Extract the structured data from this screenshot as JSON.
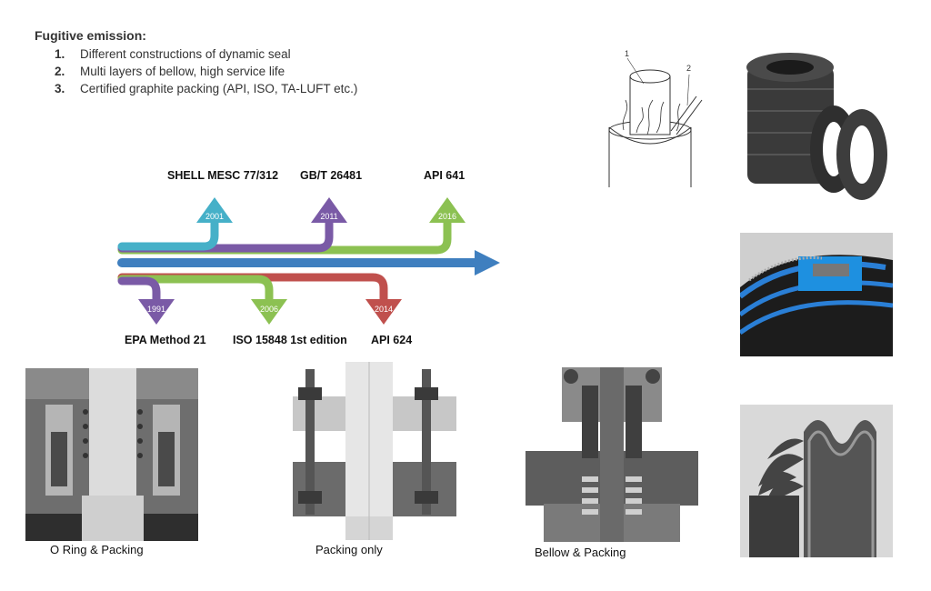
{
  "title": "Fugitive emission:",
  "points": [
    {
      "num": "1.",
      "text": "Different constructions of dynamic seal"
    },
    {
      "num": "2.",
      "text": "Multi layers of bellow, high service life"
    },
    {
      "num": "3.",
      "text": "Certified graphite packing (API, ISO, TA-LUFT etc.)"
    }
  ],
  "timeline": {
    "above": [
      {
        "year": "2001",
        "standard": "SHELL MESC 77/312",
        "color": "#46b0c8"
      },
      {
        "year": "2011",
        "standard": "GB/T 26481",
        "color": "#7a5aa6"
      },
      {
        "year": "2016",
        "standard": "API 641",
        "color": "#8cc152"
      }
    ],
    "below": [
      {
        "year": "1991",
        "standard": "EPA  Method 21",
        "color": "#7a5aa6"
      },
      {
        "year": "2006",
        "standard": "ISO 15848 1st edition",
        "color": "#8cc152"
      },
      {
        "year": "2014",
        "standard": "API 624",
        "color": "#c0504d"
      }
    ],
    "main_color": "#3f7fbf"
  },
  "diagram_labels": [
    "1",
    "2"
  ],
  "captions": {
    "oring": "O Ring & Packing",
    "packing": "Packing only",
    "bellow": "Bellow & Packing"
  }
}
